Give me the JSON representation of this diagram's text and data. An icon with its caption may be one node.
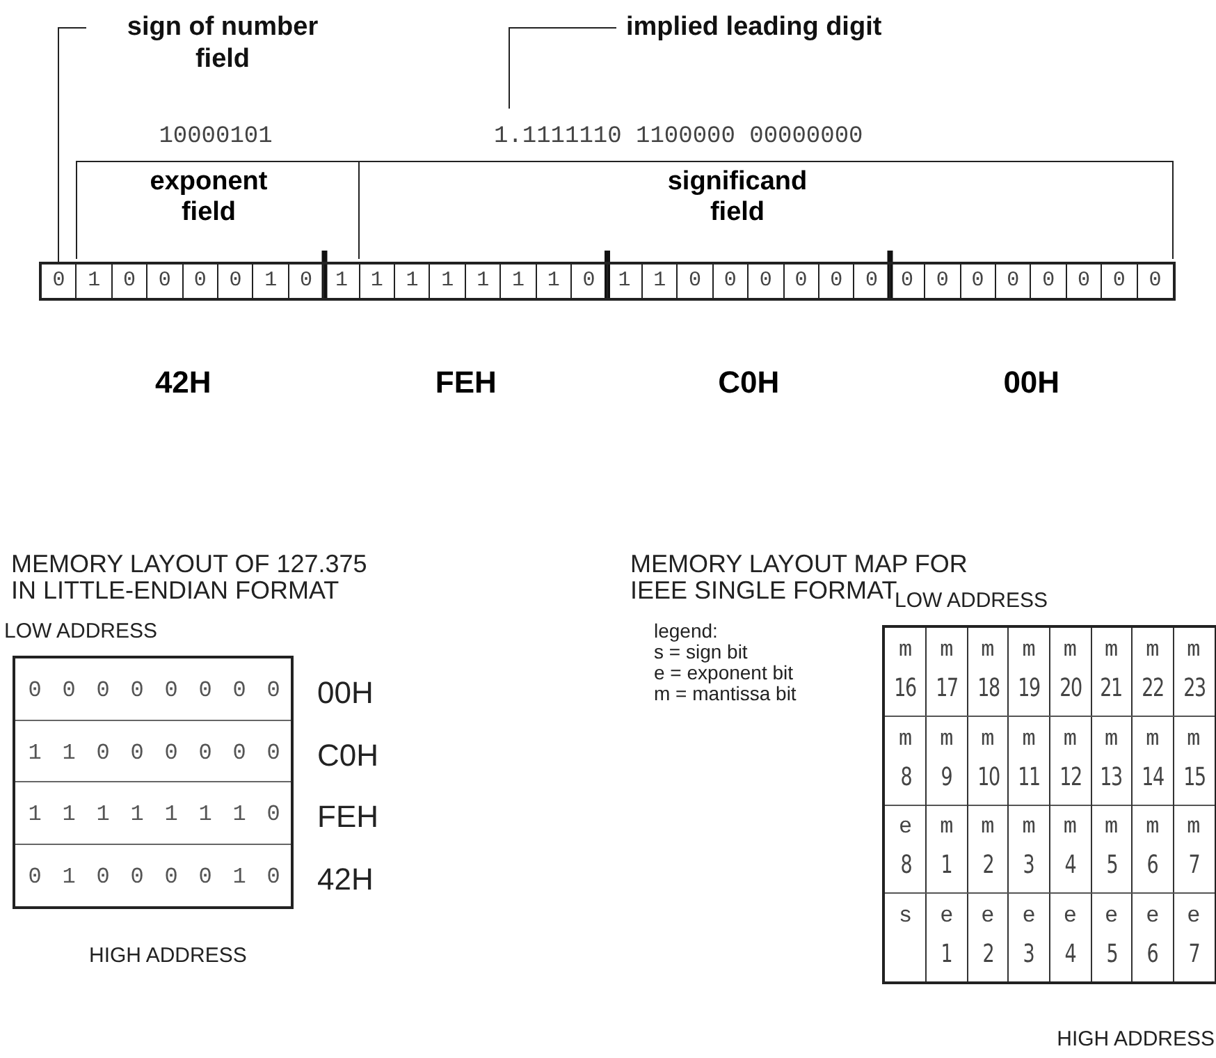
{
  "diagram": {
    "nodes": [
      {
        "text": [
          "sign of number field"
        ]
      },
      {
        "text": [
          "implied leading digit"
        ]
      },
      {
        "text": [],
        "shape": "box"
      }
    ],
    "edges": [
      {
        "from": 0,
        "to": 2,
        "arrow": "none"
      },
      {
        "from": 1,
        "to": null,
        "arrow": "none"
      }
    ],
    "labels": [
      "10000101",
      "1.1111110 1100000 00000000",
      "exponent field",
      "significand field",
      "0",
      "1",
      "0",
      "0",
      "0",
      "0",
      "1",
      "0",
      "1",
      "1",
      "1",
      "1",
      "1",
      "1",
      "1",
      "0",
      "1",
      "1",
      "0",
      "0",
      "0",
      "0",
      "0",
      "0",
      "0",
      "0",
      "0",
      "0",
      "0",
      "0",
      "0",
      "0",
      "42H",
      "FEH",
      "C0H",
      "00H",
      "MEMORY LAYOUT OF 127.375 IN LITTLE-ENDIAN FORMAT",
      "LOW ADDRESS",
      "0",
      "0",
      "0",
      "0",
      "0",
      "0",
      "0",
      "0",
      "00H",
      "1",
      "1",
      "0",
      "0",
      "0",
      "0",
      "0",
      "0",
      "C0H",
      "1",
      "1",
      "1",
      "1",
      "1",
      "1",
      "1",
      "0",
      "FEH",
      "0",
      "1",
      "0",
      "0",
      "0",
      "0",
      "1",
      "0",
      "42H",
      "HIGH ADDRESS",
      "MEMORY LAYOUT MAP FOR IEEE SINGLE FORMAT",
      "legend:",
      "s = sign bit",
      "e = exponent bit",
      "m = mantissa bit",
      "LOW ADDRESS",
      "m",
      "16",
      "m",
      "17",
      "m",
      "18",
      "m",
      "19",
      "m",
      "20",
      "m",
      "21",
      "m",
      "22",
      "m",
      "23",
      "m",
      "8",
      "m",
      "9",
      "m",
      "10",
      "m",
      "11",
      "m",
      "12",
      "m",
      "13",
      "m",
      "14",
      "m",
      "15",
      "e",
      "8",
      "m",
      "1",
      "m",
      "2",
      "m",
      "3",
      "m",
      "4",
      "m",
      "5",
      "m",
      "6",
      "m",
      "7",
      "s",
      "e",
      "1",
      "e",
      "2",
      "e",
      "3",
      "e",
      "4",
      "e",
      "5",
      "e",
      "6",
      "e",
      "7",
      "HIGH ADDRESS"
    ]
  }
}
